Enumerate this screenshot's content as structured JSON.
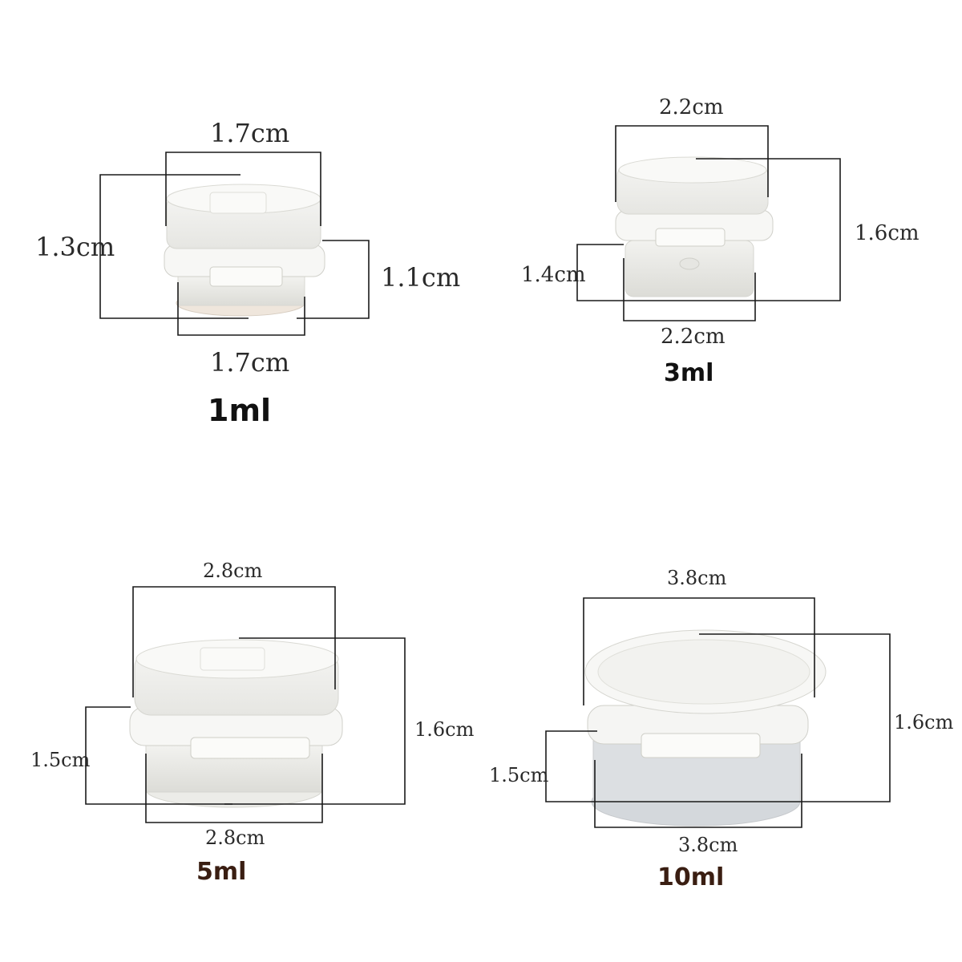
{
  "colors": {
    "line": "#1a1a1a",
    "caption_dark": "#111111",
    "caption_brown": "#3a1e12"
  },
  "products": [
    {
      "capacity": "1ml",
      "lid_diameter": "1.7cm",
      "base_diameter": "1.7cm",
      "total_height": "1.3cm",
      "body_height": "1.1cm"
    },
    {
      "capacity": "3ml",
      "lid_diameter": "2.2cm",
      "base_diameter": "2.2cm",
      "total_height": "1.6cm",
      "body_height": "1.4cm"
    },
    {
      "capacity": "5ml",
      "lid_diameter": "2.8cm",
      "base_diameter": "2.8cm",
      "total_height": "1.6cm",
      "body_height": "1.5cm"
    },
    {
      "capacity": "10ml",
      "lid_diameter": "3.8cm",
      "base_diameter": "3.8cm",
      "total_height": "1.6cm",
      "body_height": "1.5cm"
    }
  ]
}
